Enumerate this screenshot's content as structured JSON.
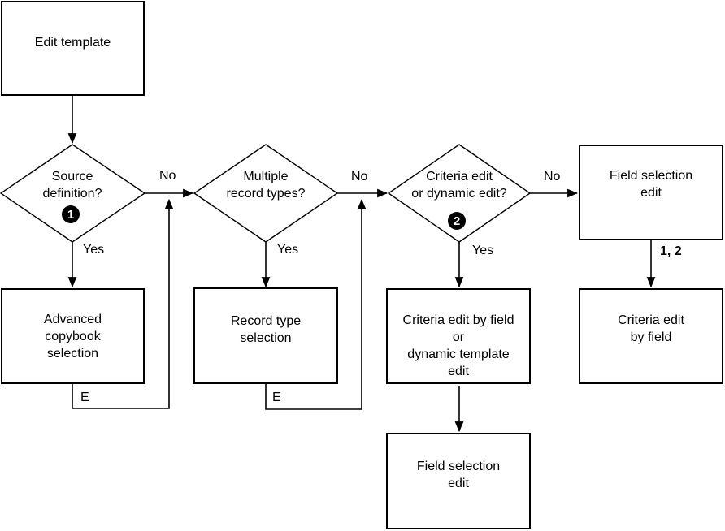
{
  "flowchart": {
    "nodes": {
      "edit_template": "Edit template",
      "source_definition": "Source\ndefinition?",
      "multiple_record_types": "Multiple\nrecord types?",
      "criteria_or_dynamic": "Criteria edit\nor dynamic edit?",
      "field_selection_edit_top": "Field selection\nedit",
      "advanced_copybook": "Advanced\ncopybook\nselection",
      "record_type_selection": "Record type\nselection",
      "criteria_edit_dynamic_template": "Criteria edit by field\nor\ndynamic template\nedit",
      "criteria_edit_by_field": "Criteria edit\nby field",
      "field_selection_edit_bottom": "Field selection\nedit"
    },
    "badges": {
      "source_definition": "1",
      "criteria_or_dynamic": "2"
    },
    "edge_labels": {
      "no_1": "No",
      "no_2": "No",
      "no_3": "No",
      "yes_1": "Yes",
      "yes_2": "Yes",
      "yes_3": "Yes",
      "exit_1": "E",
      "exit_2": "E",
      "one_two": "1, 2"
    },
    "colors": {
      "line": "#000000",
      "background": "#ffffff",
      "badge_background": "#000000",
      "badge_text": "#ffffff"
    }
  }
}
